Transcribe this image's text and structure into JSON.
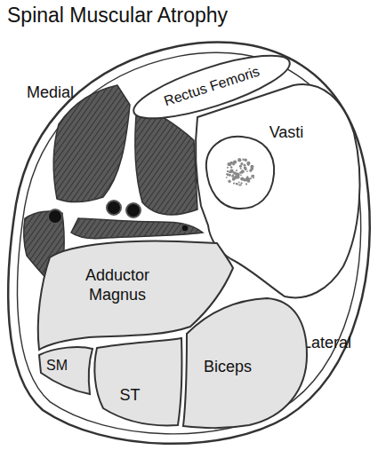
{
  "diagram": {
    "title": "Spinal Muscular Atrophy",
    "nodes": [
      {
        "text": [
          "Rectus Femoris"
        ]
      },
      {
        "text": [
          "Vasti"
        ]
      },
      {
        "text": [
          "Adductor Magnus"
        ]
      },
      {
        "text": [
          "SM"
        ]
      },
      {
        "text": [
          "ST"
        ]
      },
      {
        "text": [
          "Biceps"
        ]
      }
    ],
    "labels": [
      "Medial",
      "Lateral"
    ]
  }
}
